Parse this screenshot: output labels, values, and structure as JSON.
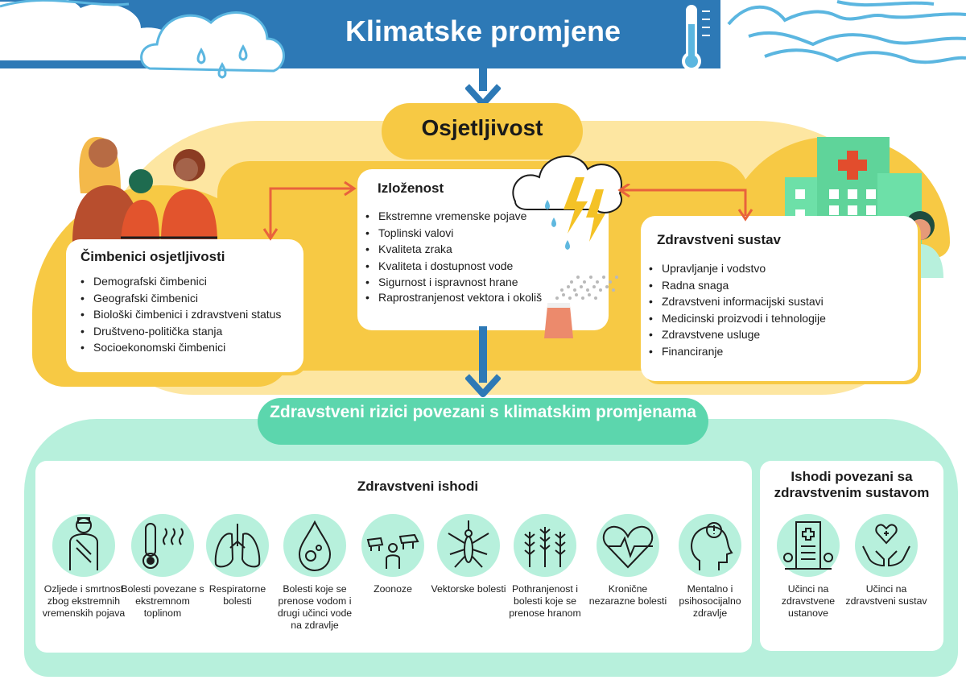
{
  "header": {
    "title": "Klimatske promjene"
  },
  "center": {
    "title": "Osjetljivost"
  },
  "sensitivity_factors": {
    "title": "Čimbenici osjetljivosti",
    "items": [
      "Demografski čimbenici",
      "Geografski čimbenici",
      "Biološki čimbenici i zdravstveni status",
      "Društveno-politička stanja",
      "Socioekonomski čimbenici"
    ]
  },
  "exposure": {
    "title": "Izloženost",
    "items": [
      "Ekstremne vremenske pojave",
      "Toplinski valovi",
      "Kvaliteta zraka",
      "Kvaliteta i dostupnost vode",
      "Sigurnost i ispravnost hrane",
      "Raprostranjenost vektora i okoliš"
    ]
  },
  "health_system": {
    "title": "Zdravstveni sustav",
    "items": [
      "Upravljanje i vodstvo",
      "Radna snaga",
      "Zdravstveni informacijski sustavi",
      "Medicinski proizvodi i tehnologije",
      "Zdravstvene usluge",
      "Financiranje"
    ]
  },
  "risks": {
    "title": "Zdravstveni rizici povezani s klimatskim promjenama"
  },
  "outcomes": {
    "title": "Zdravstveni ishodi",
    "items": [
      {
        "icon": "injury-icon",
        "label": "Ozljede i smrtnost zbog ekstremnih vremenskih pojava"
      },
      {
        "icon": "thermometer-icon",
        "label": "Bolesti povezane s ekstremnom toplinom"
      },
      {
        "icon": "lungs-icon",
        "label": "Respiratorne bolesti"
      },
      {
        "icon": "water-drop-icon",
        "label": "Bolesti koje se prenose vodom i drugi učinci vode na zdravlje"
      },
      {
        "icon": "animals-icon",
        "label": "Zoonoze"
      },
      {
        "icon": "mosquito-icon",
        "label": "Vektorske bolesti"
      },
      {
        "icon": "wheat-icon",
        "label": "Pothranjenost i bolesti koje se prenose hranom"
      },
      {
        "icon": "heart-pulse-icon",
        "label": "Kronične nezarazne bolesti"
      },
      {
        "icon": "head-mind-icon",
        "label": "Mentalno i psihosocijalno zdravlje"
      }
    ]
  },
  "system_outcomes": {
    "title": "Ishodi povezani sa zdravstvenim sustavom",
    "items": [
      {
        "icon": "hospital-icon",
        "label": "Učinci na zdravstvene ustanove"
      },
      {
        "icon": "hands-heart-icon",
        "label": "Učinci na zdravstveni sustav"
      }
    ]
  },
  "colors": {
    "header_blue": "#2d79b6",
    "arrow_blue": "#2d79b6",
    "yellow": "#f7c944",
    "mint": "#b7f0dc",
    "teal": "#5cd6ad",
    "orange_arrow": "#e8623c"
  }
}
